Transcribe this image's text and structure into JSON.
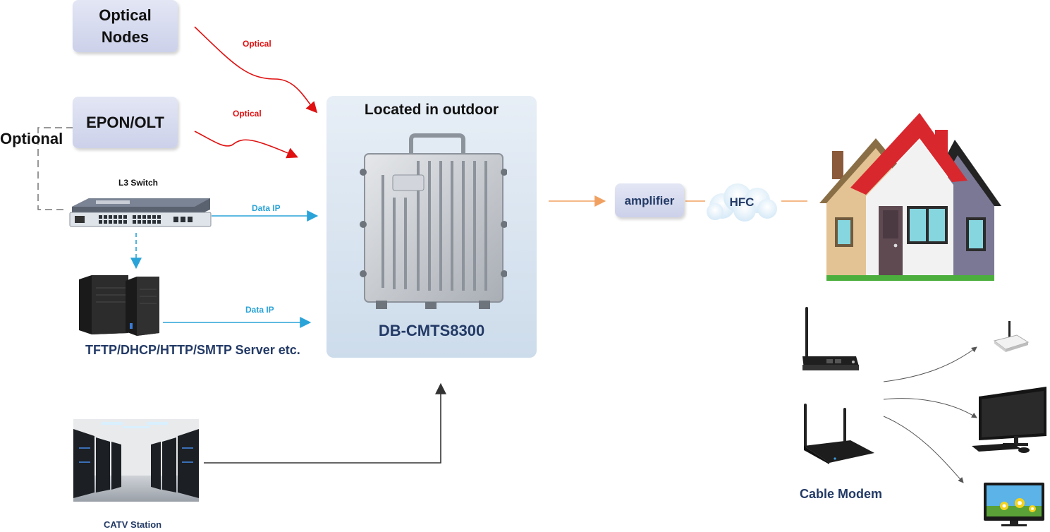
{
  "nodes": {
    "optical_nodes": "Optical\nNodes",
    "epon_olt": "EPON/OLT",
    "optional": "Optional",
    "l3_switch": "L3 Switch",
    "server": "TFTP/DHCP/HTTP/SMTP Server etc.",
    "catv": "CATV Station",
    "outdoor": "Located in outdoor",
    "cmts": "DB-CMTS8300",
    "amplifier": "amplifier",
    "hfc": "HFC",
    "cable_modem": "Cable Modem"
  },
  "links": {
    "optical_1": "Optical",
    "optical_2": "Optical",
    "data_ip_1": "Data IP",
    "data_ip_2": "Data IP"
  },
  "colors": {
    "optical": "#e01010",
    "data_ip": "#2aa3d8",
    "hfc_line": "#f0a060",
    "label_navy": "#233a66",
    "node_box": "#d6daf0"
  }
}
